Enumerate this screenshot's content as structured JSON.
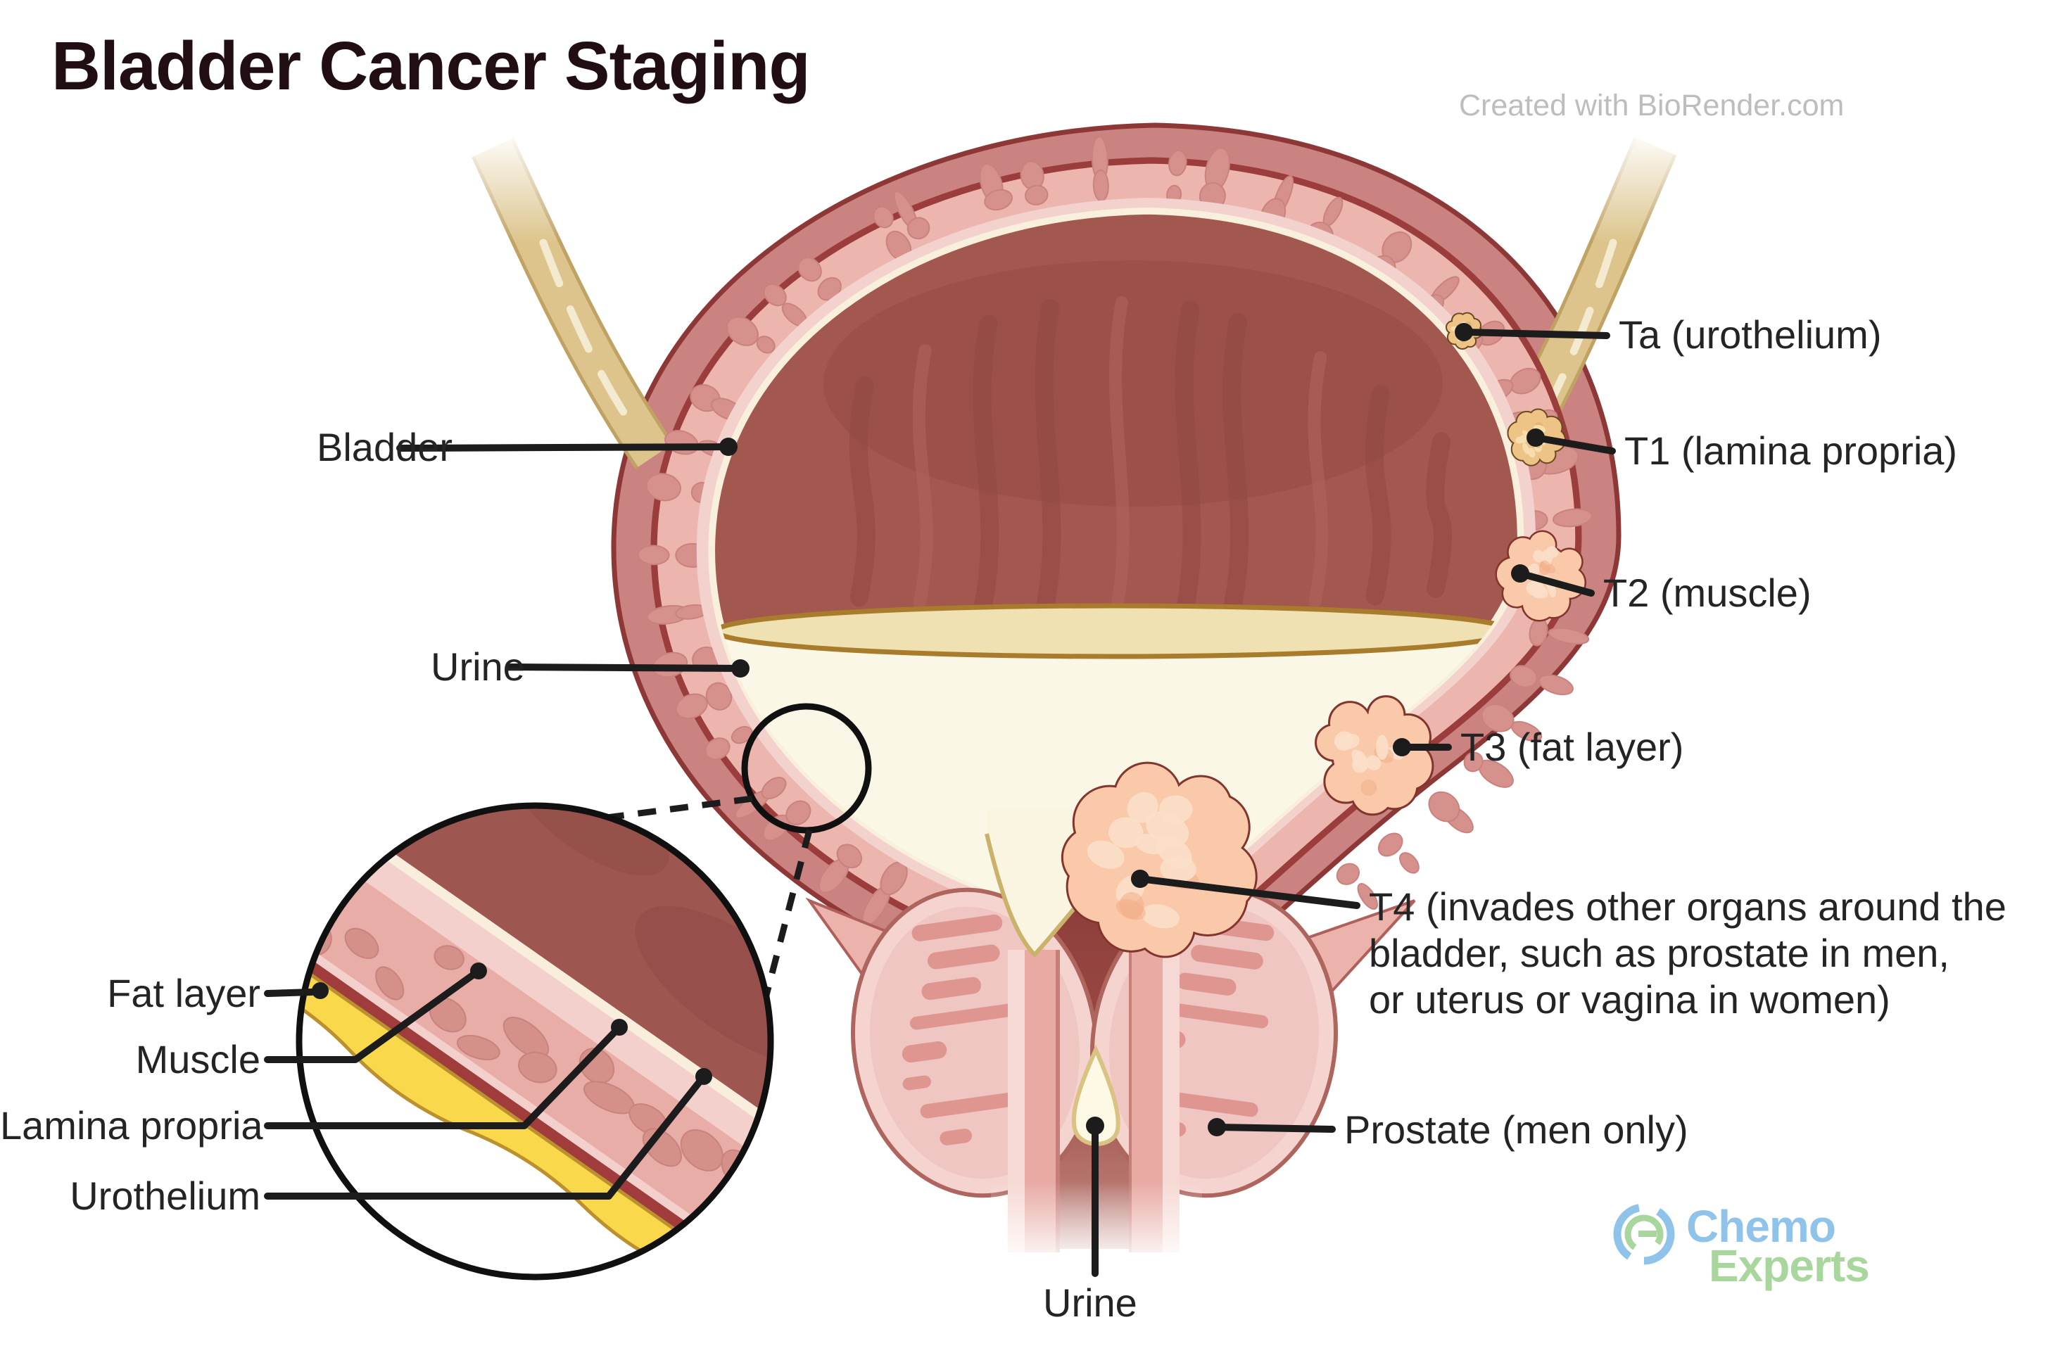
{
  "title": "Bladder Cancer Staging",
  "credit": "Created with BioRender.com",
  "labels": {
    "bladder": "Bladder",
    "urine_top": "Urine",
    "ta": "Ta (urothelium)",
    "t1": "T1 (lamina propria)",
    "t2": "T2 (muscle)",
    "t3": "T3 (fat layer)",
    "t4": [
      "T4 (invades other organs around the",
      "bladder, such as prostate in men,",
      "or uterus or vagina in women)"
    ],
    "prostate": "Prostate (men only)",
    "urine_bottom": "Urine",
    "inset": {
      "fat": "Fat layer",
      "muscle": "Muscle",
      "lamina": "Lamina propria",
      "urothelium": "Urothelium"
    }
  },
  "logo": {
    "word_top": "Chemo",
    "word_bottom": "Experts"
  },
  "colors": {
    "logo_blue": "#8fc3ea",
    "logo_green": "#a8d69c",
    "leader_line": "#1c1c1c",
    "title_text": "#200e12",
    "credit_text": "#bdbdbd",
    "serosa_pink": "#ca8380",
    "wall_outline_red": "#9c3d3d",
    "muscle_band_pink": "#ecb5ae",
    "interior_maroon": "#a2574f",
    "urothelium_cream": "#f8efdc",
    "urine_cream": "#fbf7e6",
    "urine_surface_gold": "#a87c2c",
    "fat_yellow": "#f9d94b",
    "tumor_peach": "#f9c9a9",
    "tumor_yellow": "#edc386",
    "ureter_tan": "#dcc48c",
    "prostate_pink": "#f5d3cf"
  }
}
